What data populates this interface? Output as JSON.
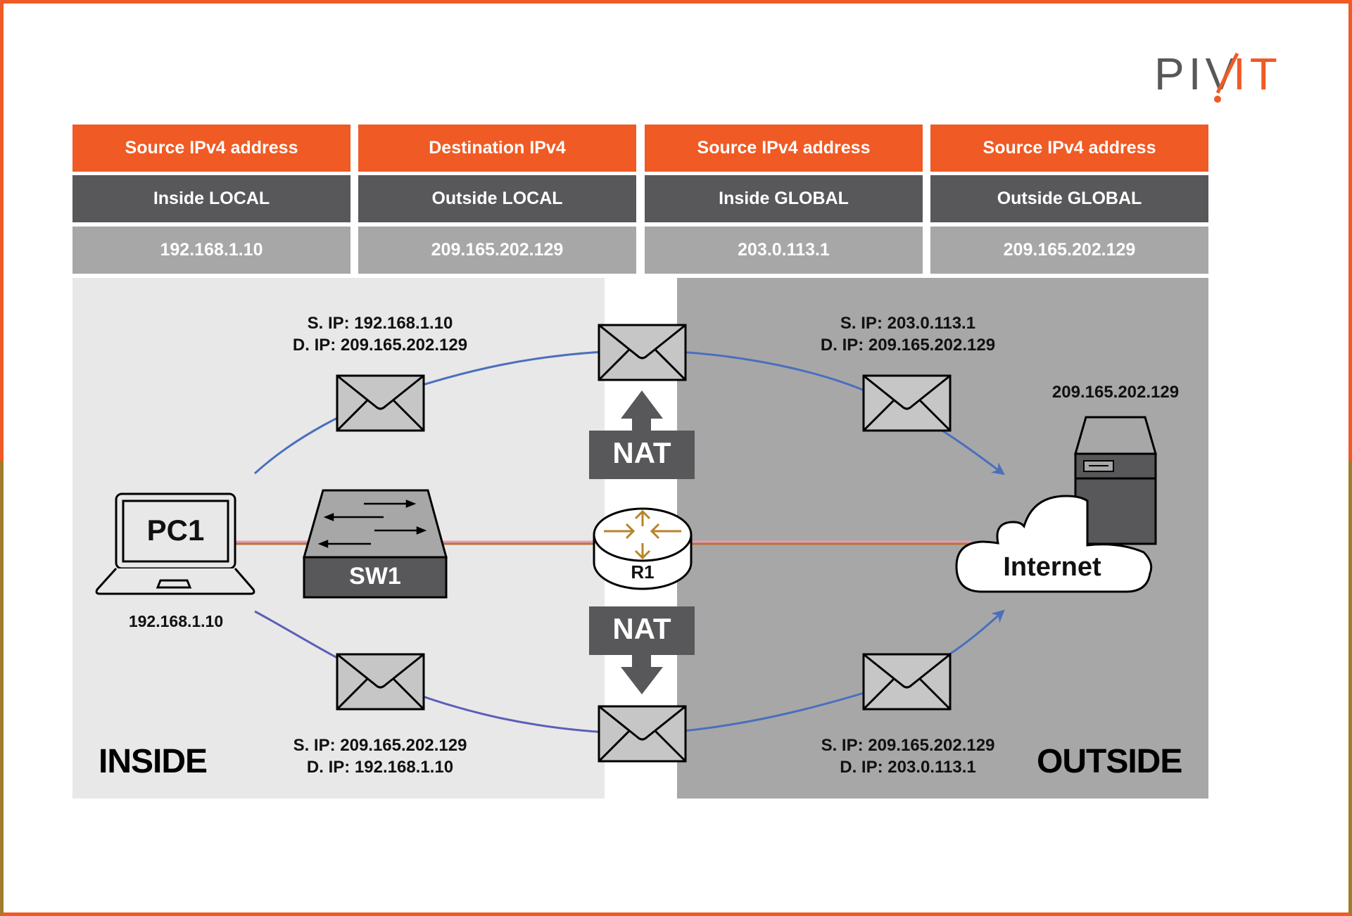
{
  "brand": {
    "logo_left": "PIV",
    "logo_right": "IT",
    "colors": {
      "orange": "#f05a24",
      "dark_gray": "#58585a",
      "mid_gray": "#a7a7a7",
      "light_gray": "#e8e8e8",
      "link_blue": "#4a6fbe",
      "cable": "#b8733a"
    }
  },
  "table": {
    "columns": [
      {
        "header": "Source IPv4 address",
        "type": "Inside LOCAL",
        "ip": "192.168.1.10"
      },
      {
        "header": "Destination IPv4",
        "type": "Outside LOCAL",
        "ip": "209.165.202.129"
      },
      {
        "header": "Source IPv4 address",
        "type": "Inside GLOBAL",
        "ip": "203.0.113.1"
      },
      {
        "header": "Source IPv4 address",
        "type": "Outside GLOBAL",
        "ip": "209.165.202.129"
      }
    ]
  },
  "zones": {
    "inside": "INSIDE",
    "outside": "OUTSIDE"
  },
  "nodes": {
    "pc": {
      "name": "PC1",
      "ip": "192.168.1.10"
    },
    "switch": {
      "name": "SW1"
    },
    "router": {
      "name": "R1"
    },
    "cloud": {
      "name": "Internet"
    },
    "server": {
      "ip": "209.165.202.129"
    }
  },
  "nat": {
    "top": "NAT",
    "bottom": "NAT"
  },
  "packets": {
    "inside_out": {
      "line1": "S. IP: 192.168.1.10",
      "line2": "D. IP: 209.165.202.129"
    },
    "outside_out": {
      "line1": "S. IP: 203.0.113.1",
      "line2": "D. IP: 209.165.202.129"
    },
    "inside_in": {
      "line1": "S. IP: 209.165.202.129",
      "line2": "D. IP: 192.168.1.10"
    },
    "outside_in": {
      "line1": "S. IP: 209.165.202.129",
      "line2": "D. IP: 203.0.113.1"
    }
  }
}
